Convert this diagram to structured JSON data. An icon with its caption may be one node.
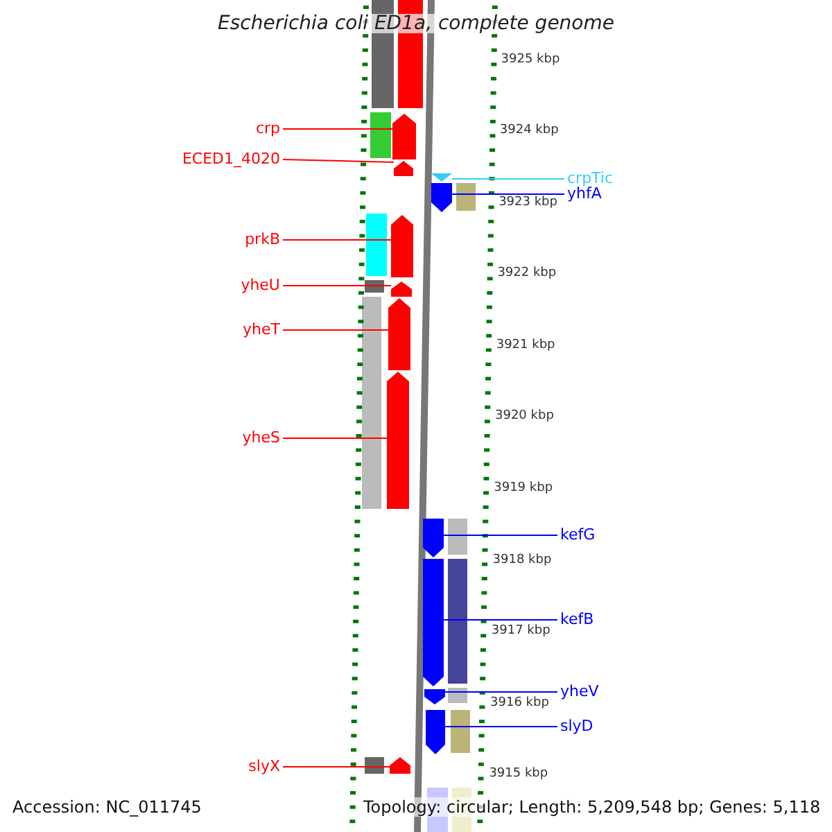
{
  "diagram": {
    "title": "Escherichia coli ED1a, complete genome",
    "nodes": [
      {
        "text": [
          "crp"
        ]
      },
      {
        "text": [
          "ECED1_4020"
        ]
      },
      {
        "text": [
          "prkB"
        ]
      },
      {
        "text": [
          "yheU"
        ]
      },
      {
        "text": [
          "yheT"
        ]
      },
      {
        "text": [
          "yheS"
        ]
      },
      {
        "text": [
          "slyX"
        ]
      },
      {
        "text": [
          "crpTic"
        ]
      },
      {
        "text": [
          "yhfA"
        ]
      },
      {
        "text": [
          "kefG"
        ]
      },
      {
        "text": [
          "kefB"
        ]
      },
      {
        "text": [
          "yheV"
        ]
      },
      {
        "text": [
          "slyD"
        ]
      },
      {
        "text": [],
        "shape": "arrow"
      },
      {
        "text": [],
        "shape": "arrow"
      },
      {
        "text": [],
        "shape": "arrow"
      },
      {
        "text": [],
        "shape": "arrow"
      },
      {
        "text": [],
        "shape": "arrow"
      },
      {
        "text": [],
        "shape": "arrow"
      },
      {
        "text": [],
        "shape": "arrow"
      },
      {
        "text": [],
        "shape": "arrow"
      },
      {
        "text": [],
        "shape": "arrow"
      },
      {
        "text": [],
        "shape": "arrow"
      },
      {
        "text": [],
        "shape": "arrow"
      },
      {
        "text": [],
        "shape": "arrow"
      },
      {
        "text": [],
        "shape": "arrow"
      }
    ],
    "edges": [
      {
        "from": 0,
        "to": 13,
        "arrow": "none"
      },
      {
        "from": 1,
        "to": 14,
        "arrow": "none"
      },
      {
        "from": 2,
        "to": 15,
        "arrow": "none"
      },
      {
        "from": 3,
        "to": 16,
        "arrow": "none"
      },
      {
        "from": 4,
        "to": 17,
        "arrow": "none"
      },
      {
        "from": 5,
        "to": 18,
        "arrow": "none"
      },
      {
        "from": 6,
        "to": 19,
        "arrow": "none"
      },
      {
        "from": 7,
        "to": 20,
        "arrow": "none",
        "color": "#33ccff"
      },
      {
        "from": 8,
        "to": 21,
        "arrow": "none",
        "color": "#0000ff"
      },
      {
        "from": 9,
        "to": 22,
        "arrow": "none",
        "color": "#0000ff"
      },
      {
        "from": 10,
        "to": 23,
        "arrow": "none",
        "color": "#0000ff"
      },
      {
        "from": 11,
        "to": 24,
        "arrow": "none",
        "color": "#0000ff"
      },
      {
        "from": 12,
        "to": 25,
        "arrow": "none",
        "color": "#0000ff"
      }
    ],
    "labels": [
      "3925 kbp",
      "3924 kbp",
      "3923 kbp",
      "3922 kbp",
      "3921 kbp",
      "3920 kbp",
      "3919 kbp",
      "3918 kbp",
      "3917 kbp",
      "3916 kbp",
      "3915 kbp",
      "Accession: NC_011745",
      "Topology: circular; Length: 5,209,548 bp; Genes: 5,118"
    ]
  }
}
